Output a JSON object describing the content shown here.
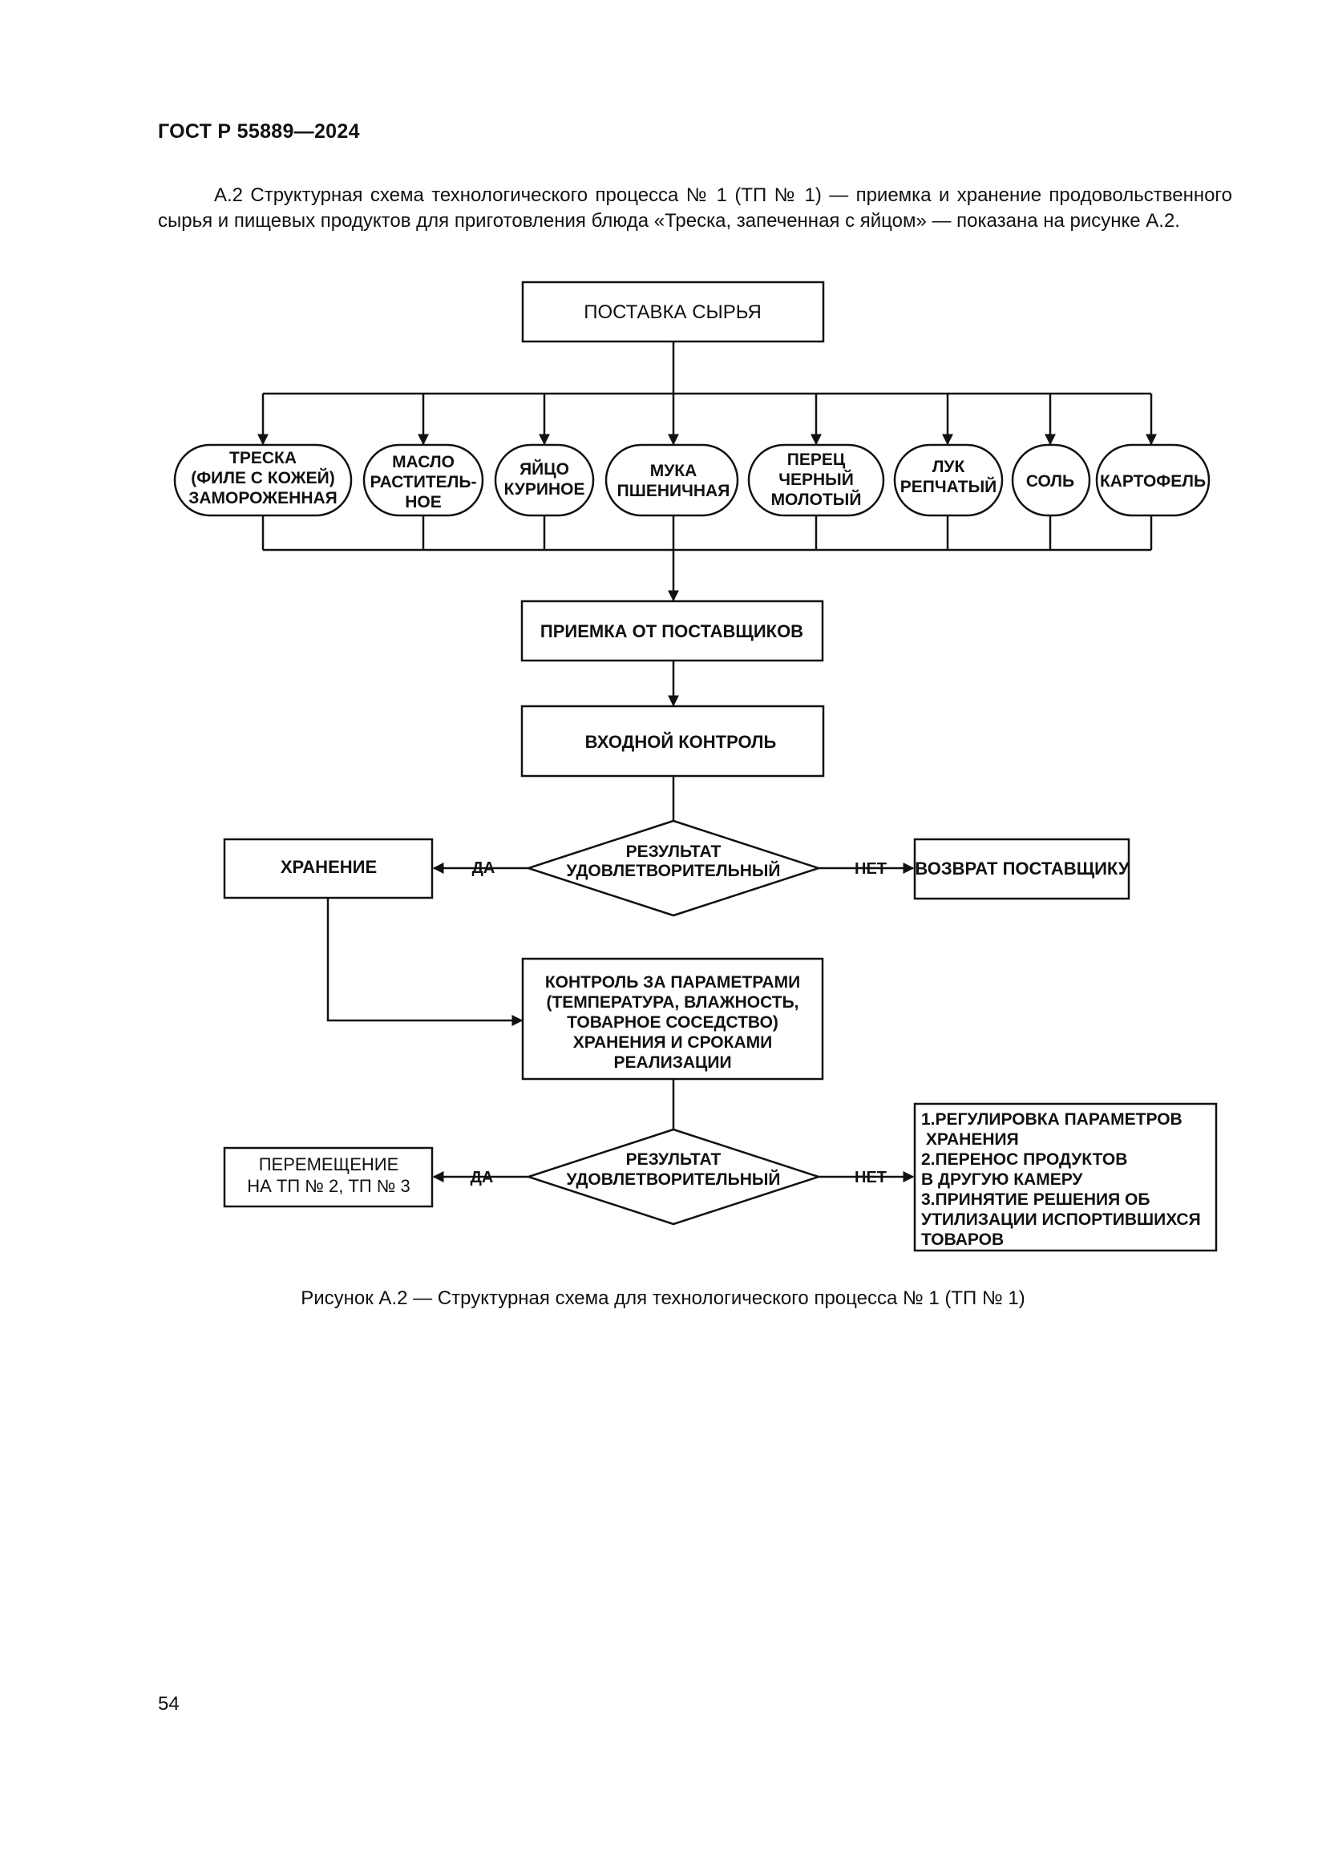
{
  "header": "ГОСТ Р 55889—2024",
  "paragraph": "А.2 Структурная схема технологического процесса № 1 (ТП № 1) — приемка и хранение продовольственного сырья и пищевых продуктов для приготовления блюда «Треска, запеченная с яйцом» — показана на рисунке А.2.",
  "diagram": {
    "top_box": "ПОСТАВКА СЫРЬЯ",
    "ingredients": [
      [
        "ТРЕСКА",
        "(ФИЛЕ С КОЖЕЙ)",
        "ЗАМОРОЖЕННАЯ"
      ],
      [
        "МАСЛО",
        "РАСТИТЕЛЬ-",
        "НОЕ"
      ],
      [
        "ЯЙЦО",
        "КУРИНОЕ"
      ],
      [
        "МУКА",
        "ПШЕНИЧНАЯ"
      ],
      [
        "ПЕРЕЦ",
        "ЧЕРНЫЙ",
        "МОЛОТЫЙ"
      ],
      [
        "ЛУК",
        "РЕПЧАТЫЙ"
      ],
      [
        "СОЛЬ"
      ],
      [
        "КАРТОФЕЛЬ"
      ]
    ],
    "reception": "ПРИЕМКА ОТ ПОСТАВЩИКОВ",
    "input_control": "ВХОДНОЙ КОНТРОЛЬ",
    "decision1": [
      "РЕЗУЛЬТАТ",
      "УДОВЛЕТВОРИТЕЛЬНЫЙ"
    ],
    "yes": "ДА",
    "no": "НЕТ",
    "storage": "ХРАНЕНИЕ",
    "return": "ВОЗВРАТ ПОСТАВЩИКУ",
    "control_params": [
      "КОНТРОЛЬ ЗА ПАРАМЕТРАМИ",
      "(ТЕМПЕРАТУРА, ВЛАЖНОСТЬ,",
      "ТОВАРНОЕ СОСЕДСТВО)",
      "ХРАНЕНИЯ И СРОКАМИ",
      "РЕАЛИЗАЦИИ"
    ],
    "decision2": [
      "РЕЗУЛЬТАТ",
      "УДОВЛЕТВОРИТЕЛЬНЫЙ"
    ],
    "transfer": [
      "ПЕРЕМЕЩЕНИЕ",
      "НА ТП № 2, ТП № 3"
    ],
    "actions": [
      "1.РЕГУЛИРОВКА ПАРАМЕТРОВ",
      " ХРАНЕНИЯ",
      "2.ПЕРЕНОС ПРОДУКТОВ",
      "В ДРУГУЮ КАМЕРУ",
      "3.ПРИНЯТИЕ РЕШЕНИЯ ОБ",
      "УТИЛИЗАЦИИ ИСПОРТИВШИХСЯ",
      "ТОВАРОВ"
    ]
  },
  "caption": "Рисунок А.2 — Структурная схема для технологического процесса № 1 (ТП № 1)",
  "page_number": "54"
}
